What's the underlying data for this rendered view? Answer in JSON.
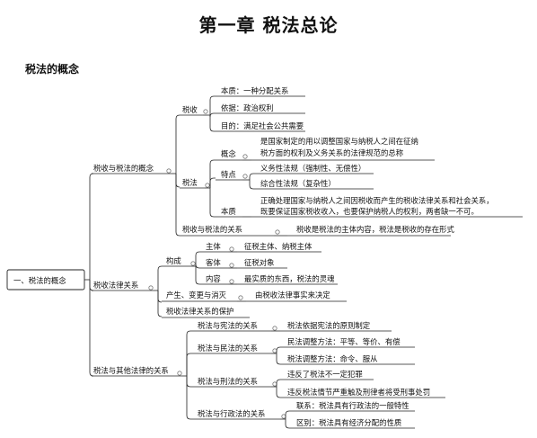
{
  "page": {
    "title": "第一章  税法总论",
    "section_title": "税法的概念"
  },
  "root": "一、税法的概念",
  "tree": [
    {
      "label": "税收与税法的概念",
      "children": [
        {
          "label": "税收",
          "children": [
            {
              "label": "本质：一种分配关系"
            },
            {
              "label": "依据：政治权利"
            },
            {
              "label": "目的：满足社会公共需要"
            }
          ]
        },
        {
          "label": "税法",
          "children": [
            {
              "label": "概念",
              "children": [
                {
                  "label": "是国家制定的用以调整国家与纳税人之间在征纳",
                  "label2": "税方面的权利及义务关系的法律规范的总称"
                }
              ]
            },
            {
              "label": "特点",
              "children": [
                {
                  "label": "义务性法规（强制性、无偿性）"
                },
                {
                  "label": "综合性法规（复杂性）"
                }
              ]
            },
            {
              "label": "本质",
              "children": [
                {
                  "label": "正确处理国家与纳税人之间因税收而产生的税收法律关系和社会关系，",
                  "label2": "既要保证国家税收收入，也要保护纳税人的权利，两者缺一不可。"
                }
              ]
            }
          ]
        },
        {
          "label": "税收与税法的关系",
          "children": [
            {
              "label": "税收是税法的主体内容，税法是税收的存在形式"
            }
          ]
        }
      ]
    },
    {
      "label": "税收法律关系",
      "children": [
        {
          "label": "构成",
          "children": [
            {
              "label": "主体",
              "children": [
                {
                  "label": "征税主体、纳税主体"
                }
              ]
            },
            {
              "label": "客体",
              "children": [
                {
                  "label": "征税对象"
                }
              ]
            },
            {
              "label": "内容",
              "children": [
                {
                  "label": "最实质的东西，税法的灵魂"
                }
              ]
            }
          ]
        },
        {
          "label": "产生、变更与消灭",
          "children": [
            {
              "label": "由税收法律事实来决定"
            }
          ]
        },
        {
          "label": "税收法律关系的保护"
        }
      ]
    },
    {
      "label": "税法与其他法律的关系",
      "children": [
        {
          "label": "税法与宪法的关系",
          "children": [
            {
              "label": "税法依据宪法的原则制定"
            }
          ]
        },
        {
          "label": "税法与民法的关系",
          "children": [
            {
              "label": "民法调整方法：平等、等价、有偿"
            },
            {
              "label": "税法调整方法：命令、服从"
            }
          ]
        },
        {
          "label": "税法与刑法的关系",
          "children": [
            {
              "label": "违反了税法不一定犯罪"
            },
            {
              "label": "违反税法情节严重触及刑律者将受刑事处罚"
            }
          ]
        },
        {
          "label": "税法与行政法的关系",
          "children": [
            {
              "label": "联系：税法具有行政法的一般特性"
            },
            {
              "label": "区别：税法具有经济分配的性质"
            }
          ]
        }
      ]
    }
  ]
}
